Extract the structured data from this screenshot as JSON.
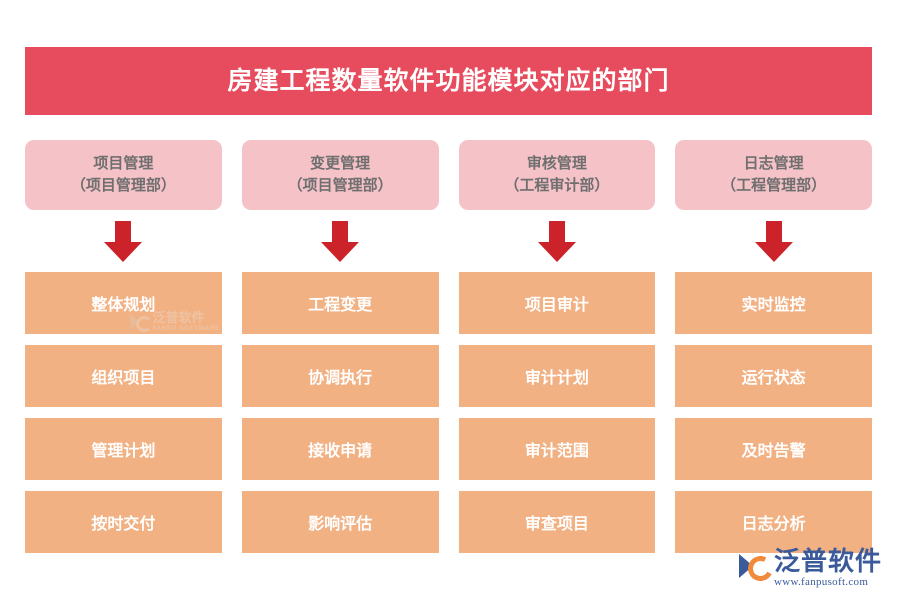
{
  "header": {
    "title": "房建工程数量软件功能模块对应的部门",
    "background_color": "#e74c5e",
    "text_color": "#ffffff"
  },
  "colors": {
    "banner_red": "#e74c5e",
    "dept_pink": "#f5c2c7",
    "dept_text_gray": "#6f6f6f",
    "arrow_red": "#cc2229",
    "function_orange": "#f2b183",
    "function_text": "#ffffff",
    "brand_blue": "#3b5a9a",
    "brand_orange": "#f08a3c"
  },
  "columns": [
    {
      "department": {
        "module": "项目管理",
        "owner": "（项目管理部）"
      },
      "arrow": "down-arrow-icon",
      "functions": [
        "整体规划",
        "组织项目",
        "管理计划",
        "按时交付"
      ]
    },
    {
      "department": {
        "module": "变更管理",
        "owner": "（项目管理部）"
      },
      "arrow": "down-arrow-icon",
      "functions": [
        "工程变更",
        "协调执行",
        "接收申请",
        "影响评估"
      ]
    },
    {
      "department": {
        "module": "审核管理",
        "owner": "（工程审计部）"
      },
      "arrow": "down-arrow-icon",
      "functions": [
        "项目审计",
        "审计计划",
        "审计范围",
        "审查项目"
      ]
    },
    {
      "department": {
        "module": "日志管理",
        "owner": "（工程管理部）"
      },
      "arrow": "down-arrow-icon",
      "functions": [
        "实时监控",
        "运行状态",
        "及时告警",
        "日志分析"
      ]
    }
  ],
  "inline_watermark": {
    "name_cn": "泛普软件",
    "name_en": "FANPU SOFTWARE"
  },
  "brand_logo": {
    "name": "泛普软件",
    "url": "www.fanpusoft.com"
  }
}
